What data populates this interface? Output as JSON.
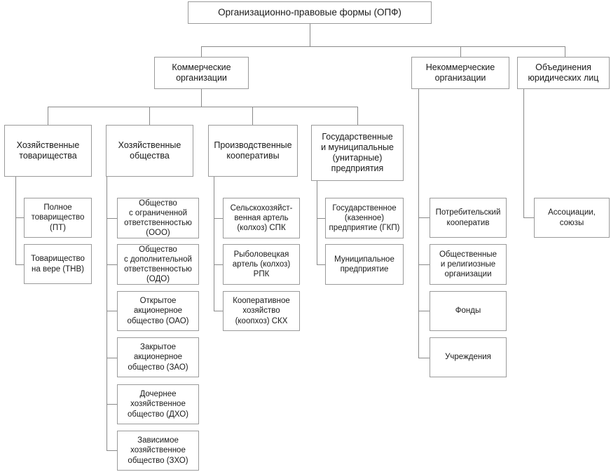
{
  "diagram": {
    "title": "Организационно-правовые формы (ОПФ)",
    "type": "tree",
    "orientation": "top-down",
    "colors": {
      "box_border": "#9a9a9a",
      "connector": "#8a8a8a",
      "background": "#ffffff",
      "text": "#1a1a1a"
    },
    "root": {
      "label": "Организационно-правовые формы (ОПФ)"
    },
    "level2": [
      {
        "label": "Коммерческие\nорганизации"
      },
      {
        "label": "Некоммерческие\nорганизации"
      },
      {
        "label": "Объединения\nюридических лиц"
      }
    ],
    "level3": [
      {
        "label": "Хозяйственные\nтоварищества"
      },
      {
        "label": "Хозяйственные\nобщества"
      },
      {
        "label": "Производственные\nкооперативы"
      },
      {
        "label": "Государственные\nи муниципальные\n(унитарные)\nпредприятия"
      }
    ],
    "leaves": {
      "partnerships": [
        {
          "label": "Полное\nтоварищество\n(ПТ)"
        },
        {
          "label": "Товарищество\nна вере (ТНВ)"
        }
      ],
      "companies": [
        {
          "label": "Общество\nс ограниченной\nответственностью\n(ООО)"
        },
        {
          "label": "Общество\nс дополнительной\nответственностью\n(ОДО)"
        },
        {
          "label": "Открытое\nакционерное\nобщество (ОАО)"
        },
        {
          "label": "Закрытое\nакционерное\nобщество (ЗАО)"
        },
        {
          "label": "Дочернее\nхозяйственное\nобщество (ДХО)"
        },
        {
          "label": "Зависимое\nхозяйственное\nобщество (ЗХО)"
        }
      ],
      "cooperatives": [
        {
          "label": "Сельскохозяйст-\nвенная артель\n(колхоз) СПК"
        },
        {
          "label": "Рыболовецкая\nартель (колхоз)\nРПК"
        },
        {
          "label": "Кооперативное\nхозяйство\n(коопхоз) СКХ"
        }
      ],
      "unitary": [
        {
          "label": "Государственное\n(казенное)\nпредприятие (ГКП)"
        },
        {
          "label": "Муниципальное\nпредприятие"
        }
      ],
      "noncommercial": [
        {
          "label": "Потребительский\nкооператив"
        },
        {
          "label": "Общественные\nи религиозные\nорганизации"
        },
        {
          "label": "Фонды"
        },
        {
          "label": "Учреждения"
        }
      ],
      "unions": [
        {
          "label": "Ассоциации,\nсоюзы"
        }
      ]
    }
  }
}
